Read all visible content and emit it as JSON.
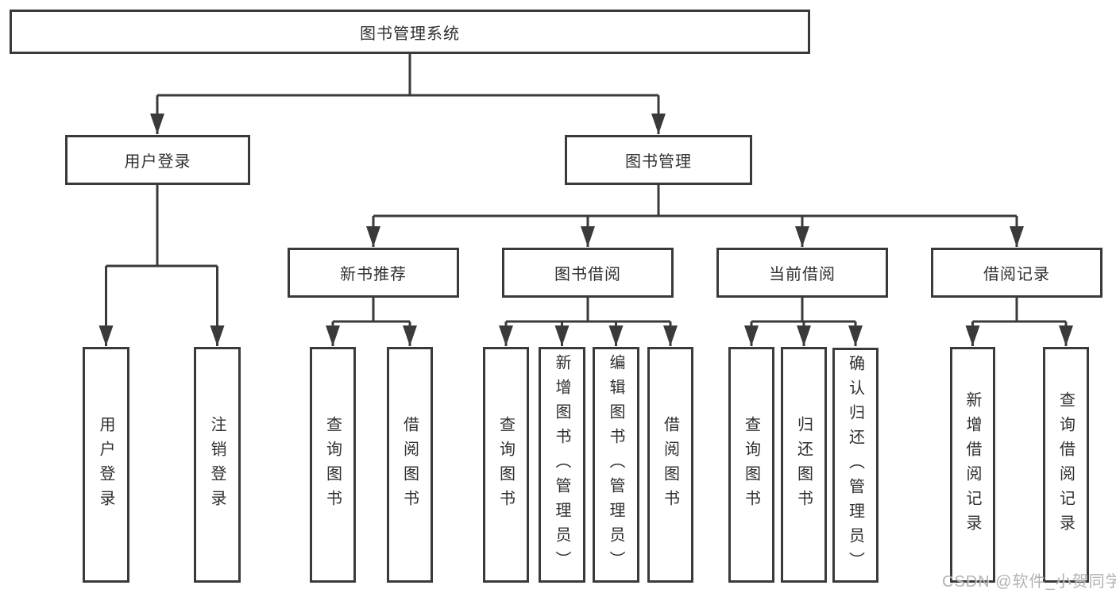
{
  "diagram": {
    "root": {
      "label": "图书管理系统"
    },
    "branches": [
      {
        "label": "用户登录",
        "children": [
          {
            "label": "用户登录"
          },
          {
            "label": "注销登录"
          }
        ]
      },
      {
        "label": "图书管理",
        "children": [
          {
            "label": "新书推荐",
            "children": [
              {
                "label": "查询图书"
              },
              {
                "label": "借阅图书"
              }
            ]
          },
          {
            "label": "图书借阅",
            "children": [
              {
                "label": "查询图书"
              },
              {
                "label": "新增图书（管理员）"
              },
              {
                "label": "编辑图书（管理员）"
              },
              {
                "label": "借阅图书"
              }
            ]
          },
          {
            "label": "当前借阅",
            "children": [
              {
                "label": "查询图书"
              },
              {
                "label": "归还图书"
              },
              {
                "label": "确认归还（管理员）"
              }
            ]
          },
          {
            "label": "借阅记录",
            "children": [
              {
                "label": "新增借阅记录"
              },
              {
                "label": "查询借阅记录"
              }
            ]
          }
        ]
      }
    ]
  },
  "watermark": {
    "text": "CSDN @软件_小贺同学"
  },
  "colors": {
    "line": "#3a3a3a",
    "text": "#2f2f2f",
    "background": "#ffffff",
    "watermark": "#aaaaaa"
  }
}
